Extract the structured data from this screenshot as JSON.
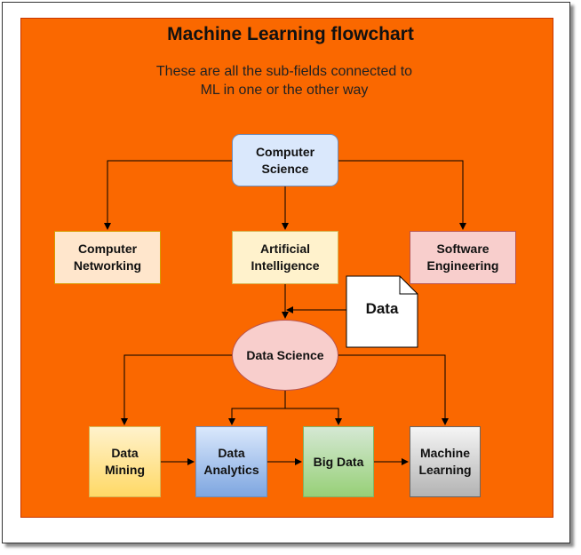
{
  "diagram": {
    "title": "Machine Learning flowchart",
    "subtitle_lines": [
      "These are all the sub-fields connected to",
      "ML in one or the other way"
    ],
    "nodes": {
      "computer_science": "Computer Science",
      "computer_networking": "Computer Networking",
      "artificial_intelligence": "Artificial Intelligence",
      "software_engineering": "Software Engineering",
      "data_document": "Data",
      "data_science": "Data Science",
      "data_mining": "Data Mining",
      "data_analytics": "Data Analytics",
      "big_data": "Big Data",
      "machine_learning": "Machine Learning"
    },
    "colors": {
      "background": "#fa6800",
      "computer_science": "#dae8fc",
      "computer_networking": "#ffe6cc",
      "artificial_intelligence": "#fff2cc",
      "software_engineering": "#f8cecc",
      "data_science": "#f8cecc",
      "data_mining": "#ffd966",
      "data_analytics": "#7ea6e0",
      "big_data": "#97d077",
      "machine_learning": "#b3b3b3"
    }
  }
}
